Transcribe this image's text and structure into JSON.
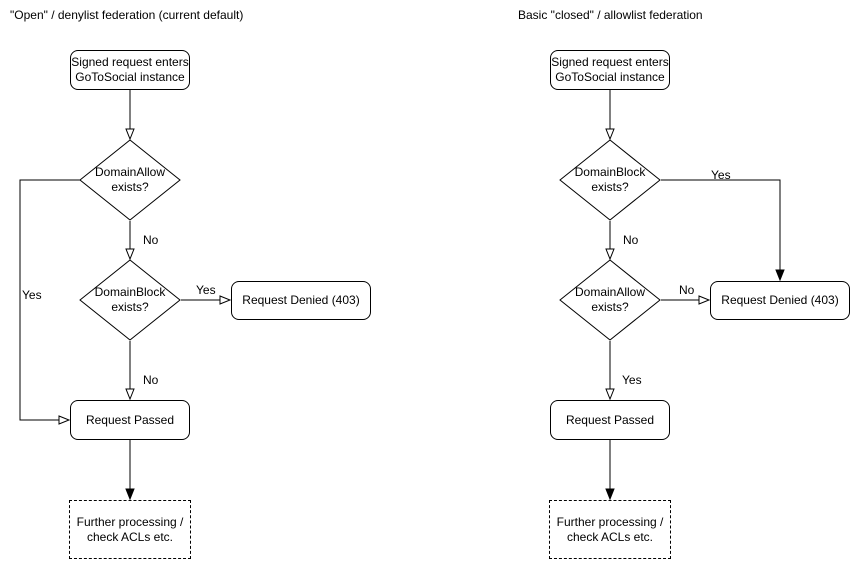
{
  "canvas": {
    "background": "#ffffff",
    "stroke_color": "#000000",
    "text_color": "#000000"
  },
  "left_chart": {
    "title": "\"Open\" / denylist federation (current default)",
    "nodes": {
      "start": "Signed request enters\nGoToSocial instance",
      "decision1": "DomainAllow\nexists?",
      "decision2": "DomainBlock\nexists?",
      "denied": "Request Denied (403)",
      "passed": "Request Passed",
      "further": "Further processing /\ncheck ACLs etc."
    },
    "labels": {
      "decision1_no": "No",
      "decision1_yes": "Yes",
      "decision2_yes": "Yes",
      "decision2_no": "No"
    }
  },
  "right_chart": {
    "title": "Basic \"closed\" / allowlist federation",
    "nodes": {
      "start": "Signed request enters\nGoToSocial instance",
      "decision1": "DomainBlock\nexists?",
      "decision2": "DomainAllow\nexists?",
      "denied": "Request Denied (403)",
      "passed": "Request Passed",
      "further": "Further processing /\ncheck ACLs etc."
    },
    "labels": {
      "decision1_yes": "Yes",
      "decision1_no": "No",
      "decision2_no": "No",
      "decision2_yes": "Yes"
    }
  }
}
